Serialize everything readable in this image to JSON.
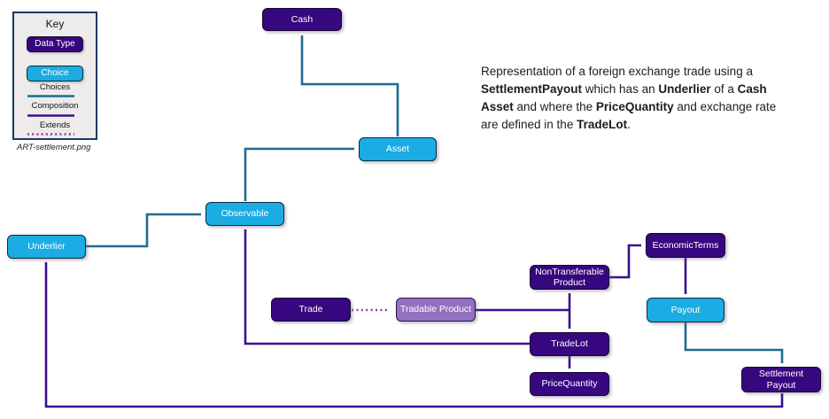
{
  "key_panel": {
    "title": "Key",
    "data_type_label": "Data Type",
    "choice_label": "Choice",
    "legend": [
      {
        "label": "Choices",
        "relation": "choices",
        "color": "#1F6B91",
        "style": "solid"
      },
      {
        "label": "Composition",
        "relation": "composition",
        "color": "#3A0D8F",
        "style": "solid"
      },
      {
        "label": "Extends",
        "relation": "extends",
        "color": "#A82BA8",
        "style": "dotted"
      }
    ],
    "caption": "ART-settlement.png"
  },
  "description": {
    "segments": [
      {
        "text": "Representation of a foreign exchange trade using a ",
        "bold": false
      },
      {
        "text": "SettlementPayout",
        "bold": true
      },
      {
        "text": " which has an ",
        "bold": false
      },
      {
        "text": "Underlier",
        "bold": true
      },
      {
        "text": " of a ",
        "bold": false
      },
      {
        "text": "Cash Asset",
        "bold": true
      },
      {
        "text": " and where the ",
        "bold": false
      },
      {
        "text": "PriceQuantity",
        "bold": true
      },
      {
        "text": " and exchange rate are defined in the ",
        "bold": false
      },
      {
        "text": "TradeLot",
        "bold": true
      },
      {
        "text": ".",
        "bold": false
      }
    ]
  },
  "diagram": {
    "nodes": [
      {
        "id": "cash",
        "label": "Cash",
        "type": "data_type"
      },
      {
        "id": "asset",
        "label": "Asset",
        "type": "choice"
      },
      {
        "id": "observable",
        "label": "Observable",
        "type": "choice"
      },
      {
        "id": "underlier",
        "label": "Underlier",
        "type": "choice"
      },
      {
        "id": "trade",
        "label": "Trade",
        "type": "data_type"
      },
      {
        "id": "tradable-product",
        "label": "Tradable Product",
        "type": "data_type_extended"
      },
      {
        "id": "non-transferable-product",
        "label": "NonTransferable Product",
        "type": "data_type"
      },
      {
        "id": "economic-terms",
        "label": "EconomicTerms",
        "type": "data_type"
      },
      {
        "id": "payout",
        "label": "Payout",
        "type": "choice"
      },
      {
        "id": "trade-lot",
        "label": "TradeLot",
        "type": "data_type"
      },
      {
        "id": "price-quantity",
        "label": "PriceQuantity",
        "type": "data_type"
      },
      {
        "id": "settlement-payout",
        "label": "Settlement Payout",
        "type": "data_type"
      }
    ],
    "edges": [
      {
        "from": "Asset",
        "to": "Cash",
        "relation": "choices"
      },
      {
        "from": "Observable",
        "to": "Asset",
        "relation": "choices"
      },
      {
        "from": "Underlier",
        "to": "Observable",
        "relation": "choices"
      },
      {
        "from": "Trade",
        "to": "TradableProduct",
        "relation": "extends"
      },
      {
        "from": "TradableProduct",
        "to": "NonTransferableProduct",
        "relation": "composition"
      },
      {
        "from": "TradableProduct",
        "to": "TradeLot",
        "relation": "composition"
      },
      {
        "from": "NonTransferableProduct",
        "to": "EconomicTerms",
        "relation": "composition"
      },
      {
        "from": "EconomicTerms",
        "to": "Payout",
        "relation": "composition"
      },
      {
        "from": "Payout",
        "to": "SettlementPayout",
        "relation": "choices"
      },
      {
        "from": "TradeLot",
        "to": "PriceQuantity",
        "relation": "composition"
      },
      {
        "from": "TradeLot",
        "to": "Observable",
        "relation": "composition"
      },
      {
        "from": "SettlementPayout",
        "to": "Underlier",
        "relation": "composition"
      }
    ]
  },
  "colors": {
    "data_type_fill": "#36077E",
    "choice_fill": "#1BACE3",
    "extended_data_type_fill": "#9271BE",
    "choices_arrow": "#1F6B91",
    "composition_arrow": "#3A0D8F",
    "extends_arrow": "#A82BA8",
    "key_panel_border": "#1F3864",
    "key_panel_background": "#EDECEB"
  }
}
